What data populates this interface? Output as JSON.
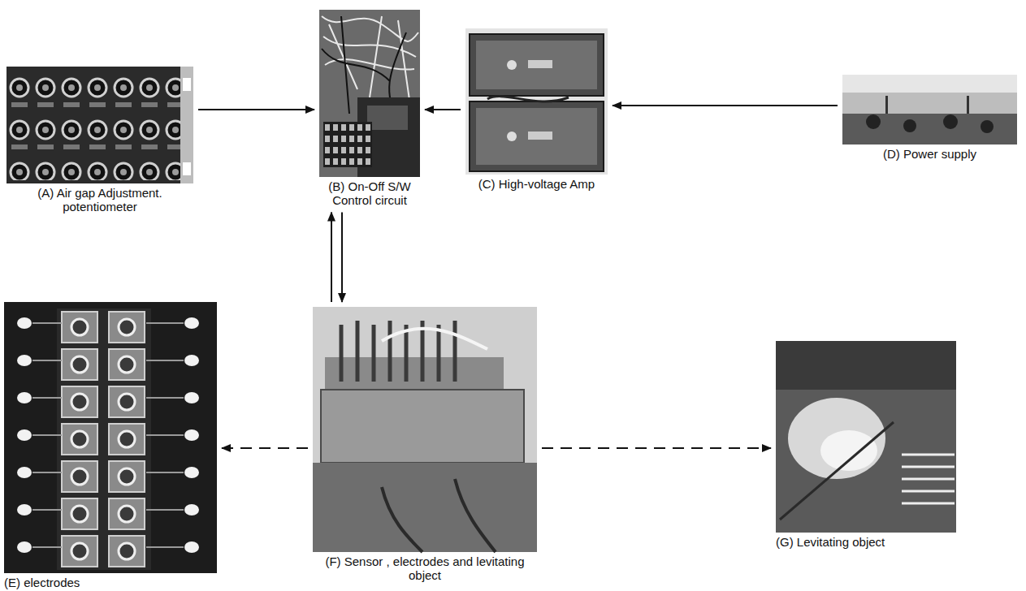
{
  "diagram": {
    "nodes": [
      {
        "text": [
          "(A) Air gap Adjustment. potentiometer"
        ]
      },
      {
        "text": [
          "(B) On-Off S/W Control circuit"
        ]
      },
      {
        "text": [
          "(C) High-voltage Amp"
        ]
      },
      {
        "text": [
          "(D) Power supply"
        ]
      },
      {
        "text": [
          "(E) electrodes"
        ]
      },
      {
        "text": [
          "(F) Sensor , electrodes and levitating object"
        ]
      },
      {
        "text": [
          "(G) Levitating object"
        ]
      }
    ],
    "edges": [
      {
        "from": 0,
        "to": 1,
        "arrow": "to"
      },
      {
        "from": 2,
        "to": 1,
        "arrow": "to"
      },
      {
        "from": 3,
        "to": 2,
        "arrow": "to"
      },
      {
        "from": 5,
        "to": 1,
        "arrow": "to"
      },
      {
        "from": 1,
        "to": 5,
        "arrow": "to"
      },
      {
        "from": 5,
        "to": 4,
        "arrow": "to"
      },
      {
        "from": 5,
        "to": 6,
        "arrow": "to"
      }
    ]
  }
}
